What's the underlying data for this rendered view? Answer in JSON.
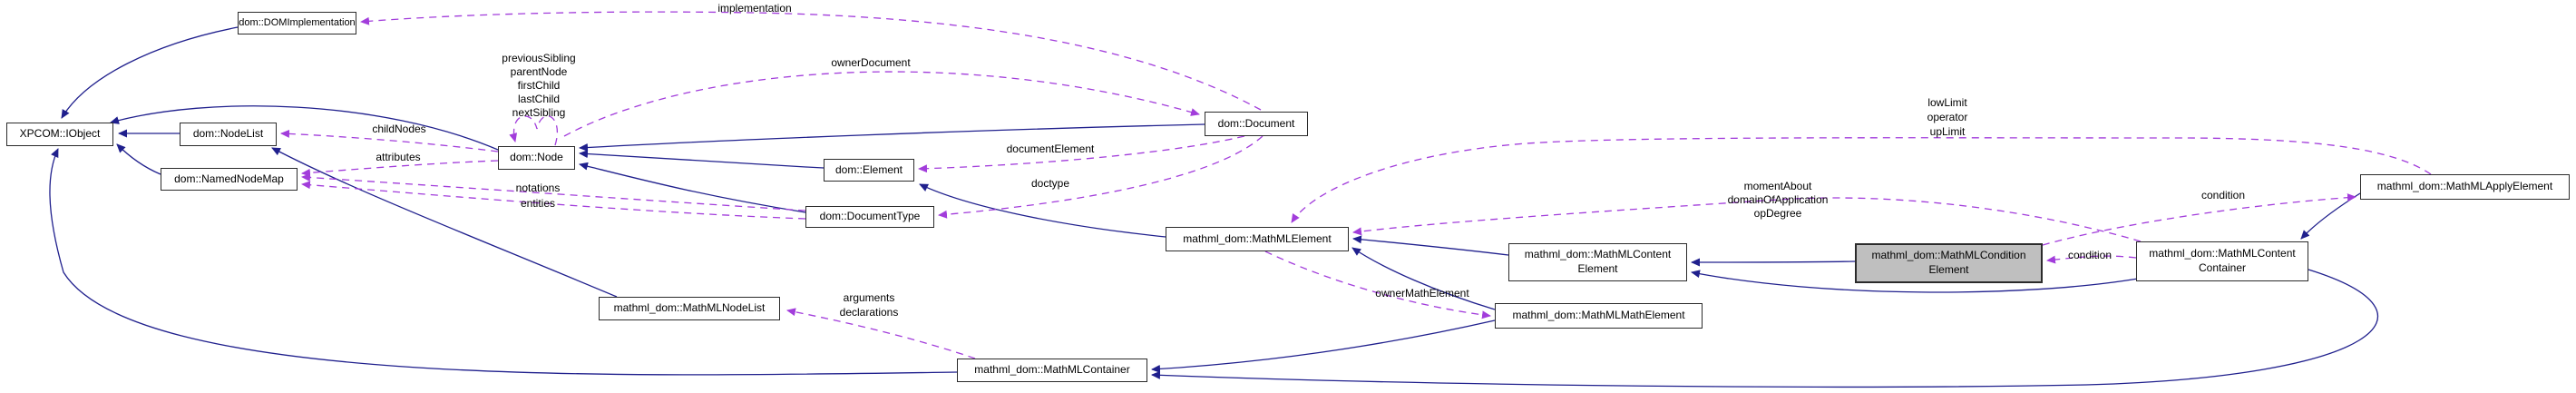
{
  "diagram": {
    "title": "Collaboration diagram for mathml_dom::MathMLConditionElement",
    "colors": {
      "background": "#ffffff",
      "inheritance_edge": "#20208d",
      "usage_edge": "#a23ddb",
      "node_border": "#2b2b2b",
      "node_fill": "#ffffff",
      "highlight_fill": "#bfbfbf",
      "text": "#000000"
    },
    "nodes": {
      "iobject": {
        "label": "XPCOM::IObject"
      },
      "dom_implementation": {
        "label": "dom::DOMImplementation"
      },
      "nodelist": {
        "label": "dom::NodeList"
      },
      "namednodemap": {
        "label": "dom::NamedNodeMap"
      },
      "node": {
        "label": "dom::Node"
      },
      "element": {
        "label": "dom::Element"
      },
      "documenttype": {
        "label": "dom::DocumentType"
      },
      "document": {
        "label": "dom::Document"
      },
      "mathml_element": {
        "label": "mathml_dom::MathMLElement"
      },
      "mathml_nodelist": {
        "label": "mathml_dom::MathMLNodeList"
      },
      "mathml_container": {
        "label": "mathml_dom::MathMLContainer"
      },
      "mathml_math_element": {
        "label": "mathml_dom::MathMLMathElement"
      },
      "mathml_content_element": {
        "label": "mathml_dom::MathMLContent",
        "label2": "Element"
      },
      "mathml_condition_element": {
        "label": "mathml_dom::MathMLCondition",
        "label2": "Element"
      },
      "mathml_content_container": {
        "label": "mathml_dom::MathMLContent",
        "label2": "Container"
      },
      "mathml_apply_element": {
        "label": "mathml_dom::MathMLApplyElement"
      }
    },
    "edge_labels": {
      "implementation": "implementation",
      "previousSibling": "previousSibling",
      "parentNode": "parentNode",
      "firstChild": "firstChild",
      "lastChild": "lastChild",
      "nextSibling": "nextSibling",
      "childNodes": "childNodes",
      "attributes": "attributes",
      "ownerDocument": "ownerDocument",
      "documentElement": "documentElement",
      "doctype": "doctype",
      "notations": "notations",
      "entities": "entities",
      "lowLimit": "lowLimit",
      "operator": "operator",
      "upLimit": "upLimit",
      "momentAbout": "momentAbout",
      "domainOfApplication": "domainOfApplication",
      "opDegree": "opDegree",
      "ownerMathElement": "ownerMathElement",
      "condition_apply": "condition",
      "condition_content": "condition",
      "arguments": "arguments",
      "declarations": "declarations"
    }
  }
}
